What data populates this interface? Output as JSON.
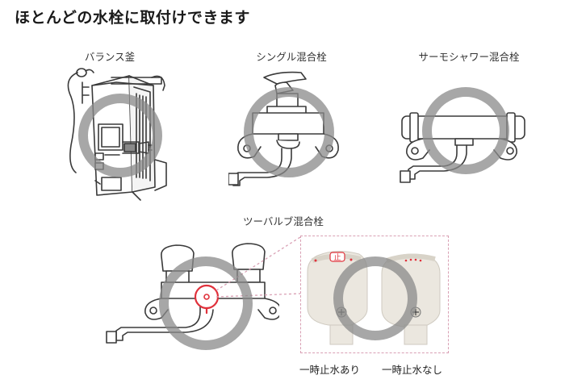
{
  "title": "ほとんどの水栓に取付けできます",
  "faucets": [
    {
      "label": "バランス釜",
      "icon": "balance-boiler-icon"
    },
    {
      "label": "シングル混合栓",
      "icon": "single-lever-mixer-icon"
    },
    {
      "label": "サーモシャワー混合栓",
      "icon": "thermo-shower-mixer-icon"
    },
    {
      "label": "ツーバルブ混合栓",
      "icon": "two-valve-mixer-icon"
    }
  ],
  "inset": {
    "stop_mark": "止",
    "options": [
      "一時止水あり",
      "一時止水なし"
    ]
  },
  "colors": {
    "ring": "#8a8a8a",
    "accent_red": "#e0313b",
    "line": "#3a3a3a",
    "inset_border": "#d9a0b4"
  }
}
